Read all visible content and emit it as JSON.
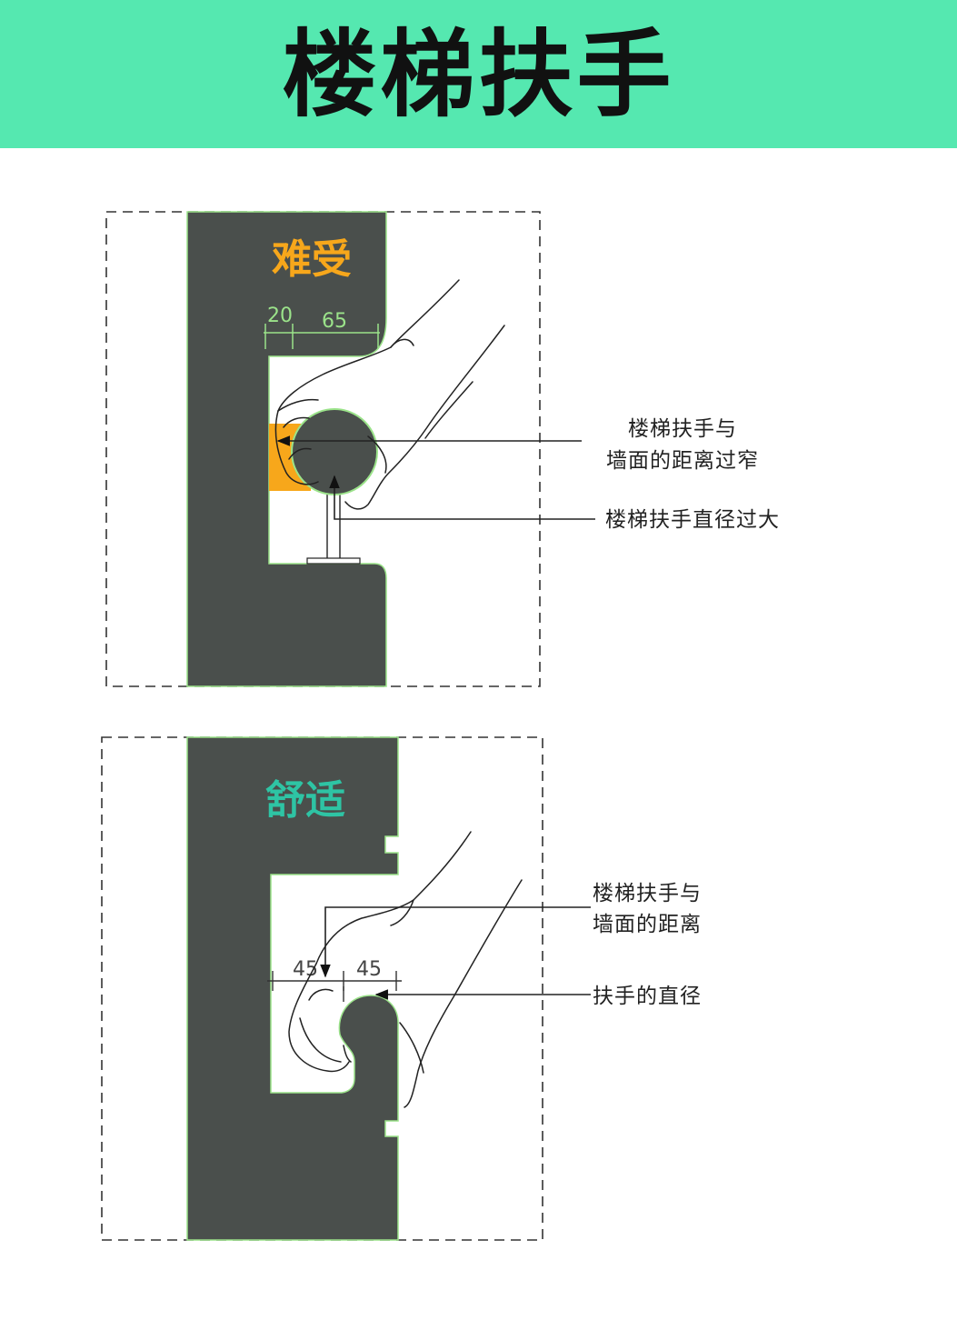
{
  "header": {
    "title": "楼梯扶手"
  },
  "colors": {
    "header_bg": "#55e8b0",
    "wall": "#4a4f4c",
    "highlight_orange": "#f7a71b",
    "good_teal": "#2ec4a4",
    "outline_green": "#9be38a"
  },
  "panels": {
    "bad": {
      "badge": "难受",
      "dim_left": "20",
      "dim_right": "65",
      "callout_gap": [
        "楼梯扶手与",
        "墙面的距离过窄"
      ],
      "callout_diameter": "楼梯扶手直径过大"
    },
    "good": {
      "badge": "舒适",
      "dim_left": "45",
      "dim_right": "45",
      "callout_gap": [
        "楼梯扶手与",
        "墙面的距离"
      ],
      "callout_diameter": "扶手的直径"
    }
  }
}
